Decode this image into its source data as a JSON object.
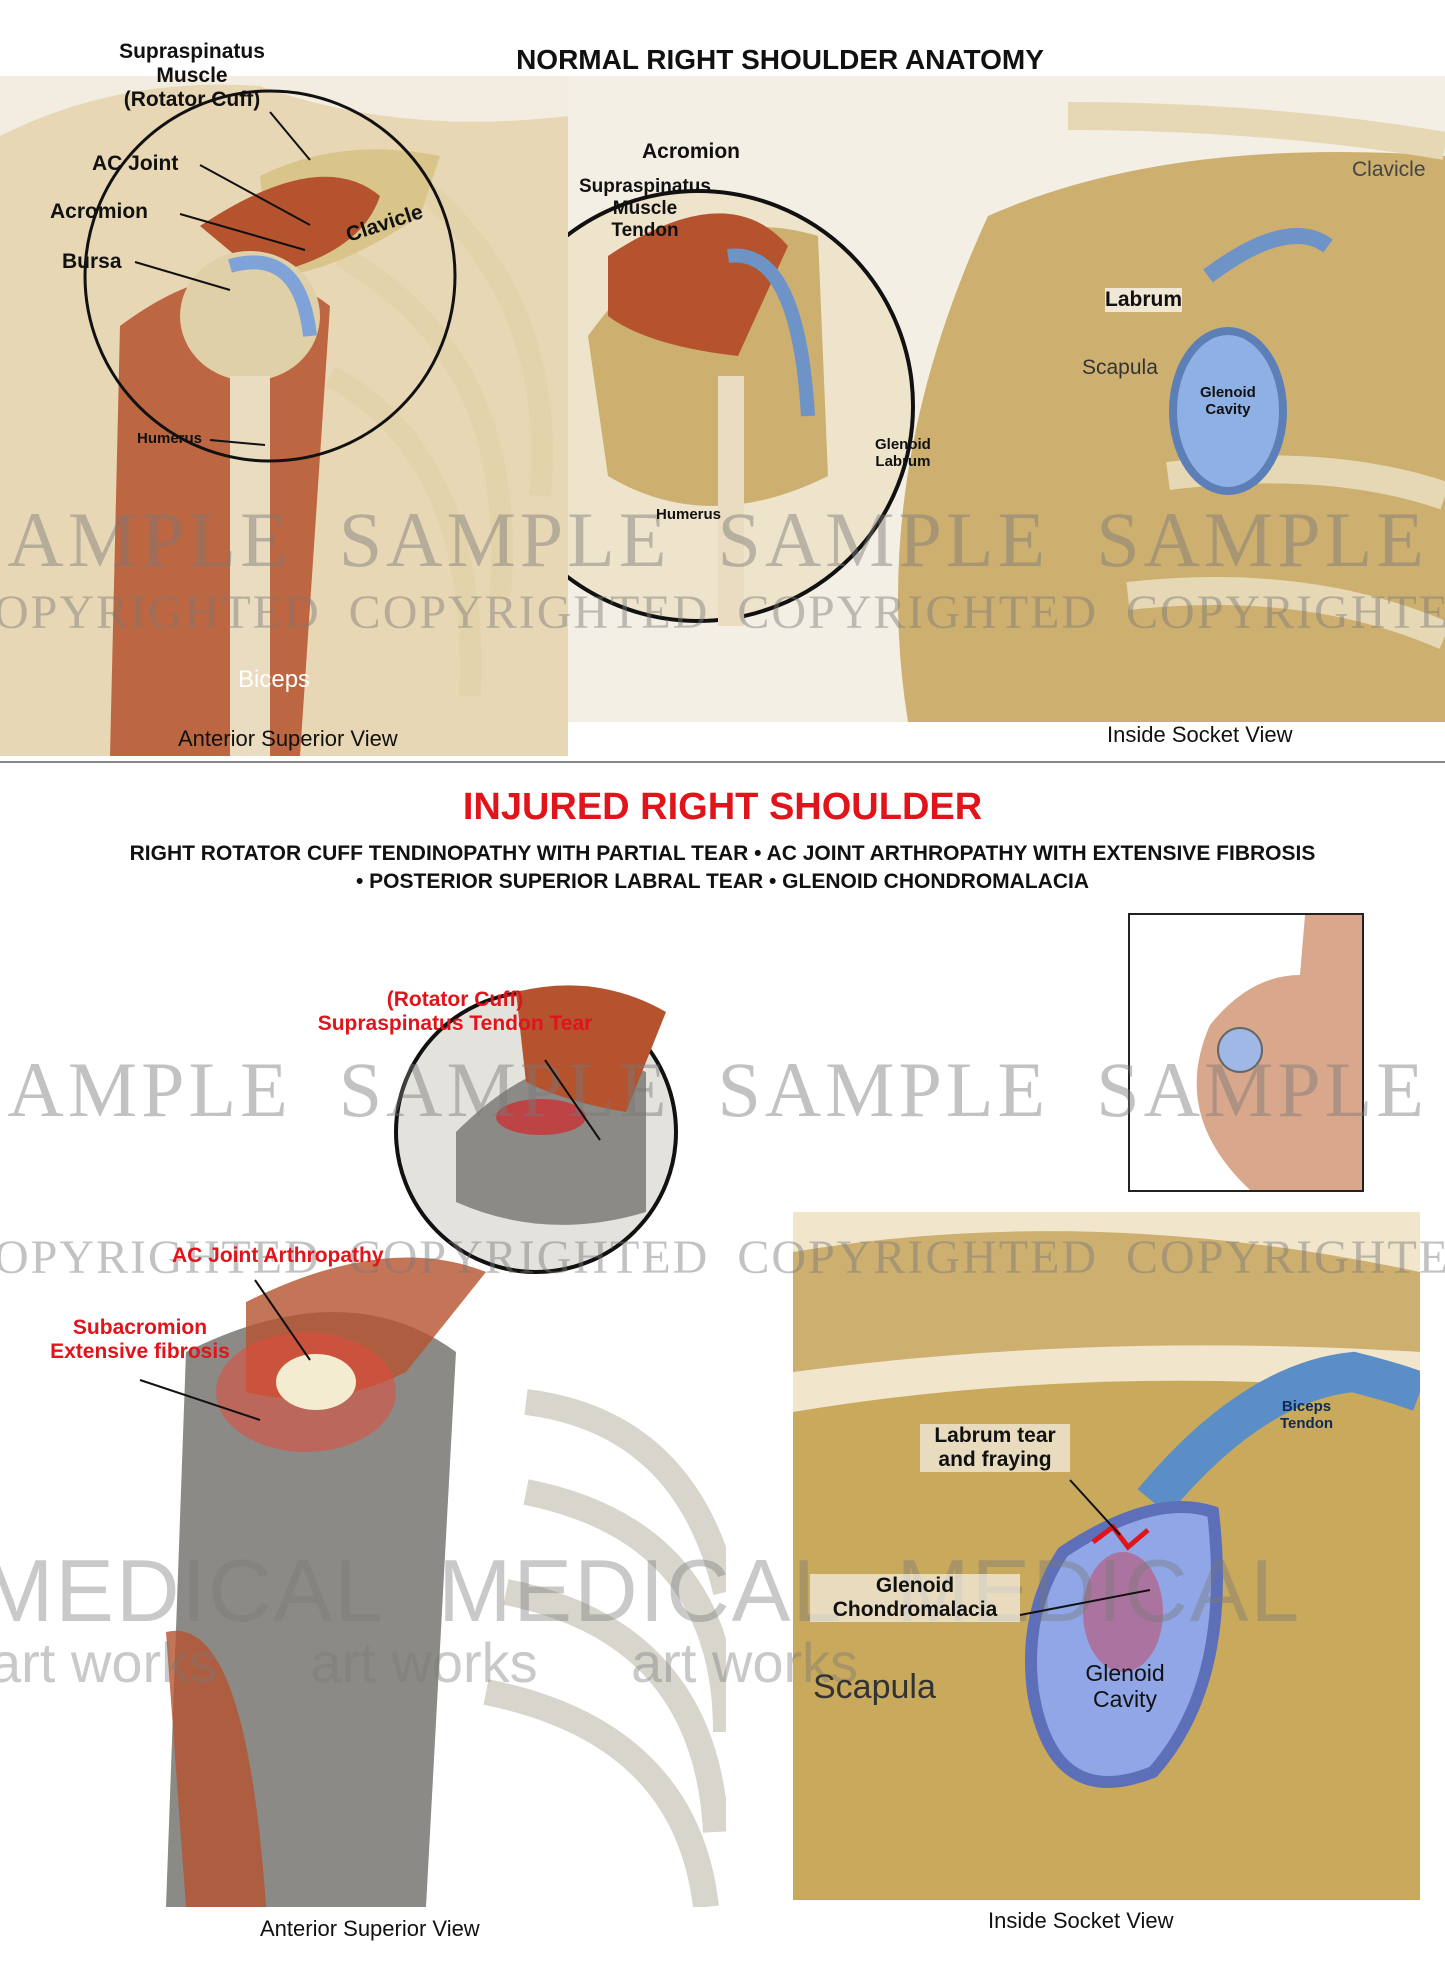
{
  "normal": {
    "title": "NORMAL RIGHT SHOULDER ANATOMY",
    "left_labels": {
      "supraspinatus": "Supraspinatus",
      "muscle": "Muscle",
      "rotator_cuff": "(Rotator Cuff)",
      "ac_joint": "AC Joint",
      "acromion": "Acromion",
      "bursa": "Bursa",
      "clavicle": "Clavicle",
      "humerus": "Humerus",
      "biceps": "Biceps"
    },
    "left_caption": "Anterior Superior View",
    "right_labels": {
      "acromion": "Acromion",
      "supraspinatus": "Supraspinatus",
      "muscle": "Muscle",
      "tendon": "Tendon",
      "glenoid": "Glenoid",
      "labrum_small": "Labrum",
      "humerus": "Humerus",
      "clavicle": "Clavicle",
      "labrum": "Labrum",
      "scapula": "Scapula",
      "glenoid_cavity_1": "Glenoid",
      "glenoid_cavity_2": "Cavity"
    },
    "right_caption": "Inside Socket View"
  },
  "injured": {
    "title": "INJURED RIGHT SHOULDER",
    "diagnosis_line1": "RIGHT ROTATOR CUFF TENDINOPATHY WITH PARTIAL TEAR • AC JOINT ARTHROPATHY WITH EXTENSIVE FIBROSIS",
    "diagnosis_line2": "• POSTERIOR SUPERIOR LABRAL TEAR • GLENOID CHONDROMALACIA",
    "left_labels": {
      "rotator_cuff": "(Rotator Cuff)",
      "tear": "Supraspinatus Tendon Tear",
      "ac_joint": "AC Joint Arthropathy",
      "subacromion": "Subacromion",
      "fibrosis": "Extensive fibrosis"
    },
    "left_caption": "Anterior Superior View",
    "right_labels": {
      "labrum_tear_1": "Labrum tear",
      "labrum_tear_2": "and fraying",
      "chondro_1": "Glenoid",
      "chondro_2": "Chondromalacia",
      "scapula": "Scapula",
      "cavity_1": "Glenoid",
      "cavity_2": "Cavity",
      "biceps_1": "Biceps",
      "biceps_2": "Tendon"
    },
    "right_caption": "Inside Socket View"
  },
  "watermark": {
    "sample": "SAMPLE",
    "copyrighted": "COPYRIGHTED",
    "brand_1": "MEDICAL",
    "brand_2": "art works"
  },
  "colors": {
    "bone": "#d9c48a",
    "muscle": "#b5532e",
    "cartilage": "#7fa3d8",
    "injury": "#e0141b"
  }
}
